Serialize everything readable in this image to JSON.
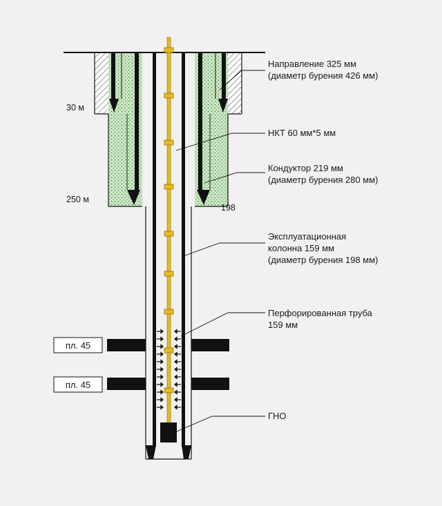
{
  "colors": {
    "background": "#f1f1f1",
    "cement_fill": "#cfe8c8",
    "cement_dots": "#2e7d32",
    "tubing": "#e8b923",
    "tubing_outline": "#8a6a00",
    "casing": "#111111",
    "leader": "#111111"
  },
  "depths": {
    "d30": "30 м",
    "d250": "250 м",
    "d198": "198"
  },
  "labels": {
    "direction_line1": "Направление 325 мм",
    "direction_line2": "(диаметр бурения 426 мм)",
    "nkt": "НКТ 60 мм*5 мм",
    "conductor_line1": "Кондуктор 219 мм",
    "conductor_line2": "(диаметр бурения 280 мм)",
    "production_line1": "Эксплуатационная",
    "production_line2": "колонна 159 мм",
    "production_line3": "(диаметр бурения 198 мм)",
    "perforated_line1": "Перфорированная труба",
    "perforated_line2": "159 мм",
    "gno": "ГНО"
  },
  "formations": [
    {
      "label": "пл. 45"
    },
    {
      "label": "пл. 45"
    }
  ]
}
